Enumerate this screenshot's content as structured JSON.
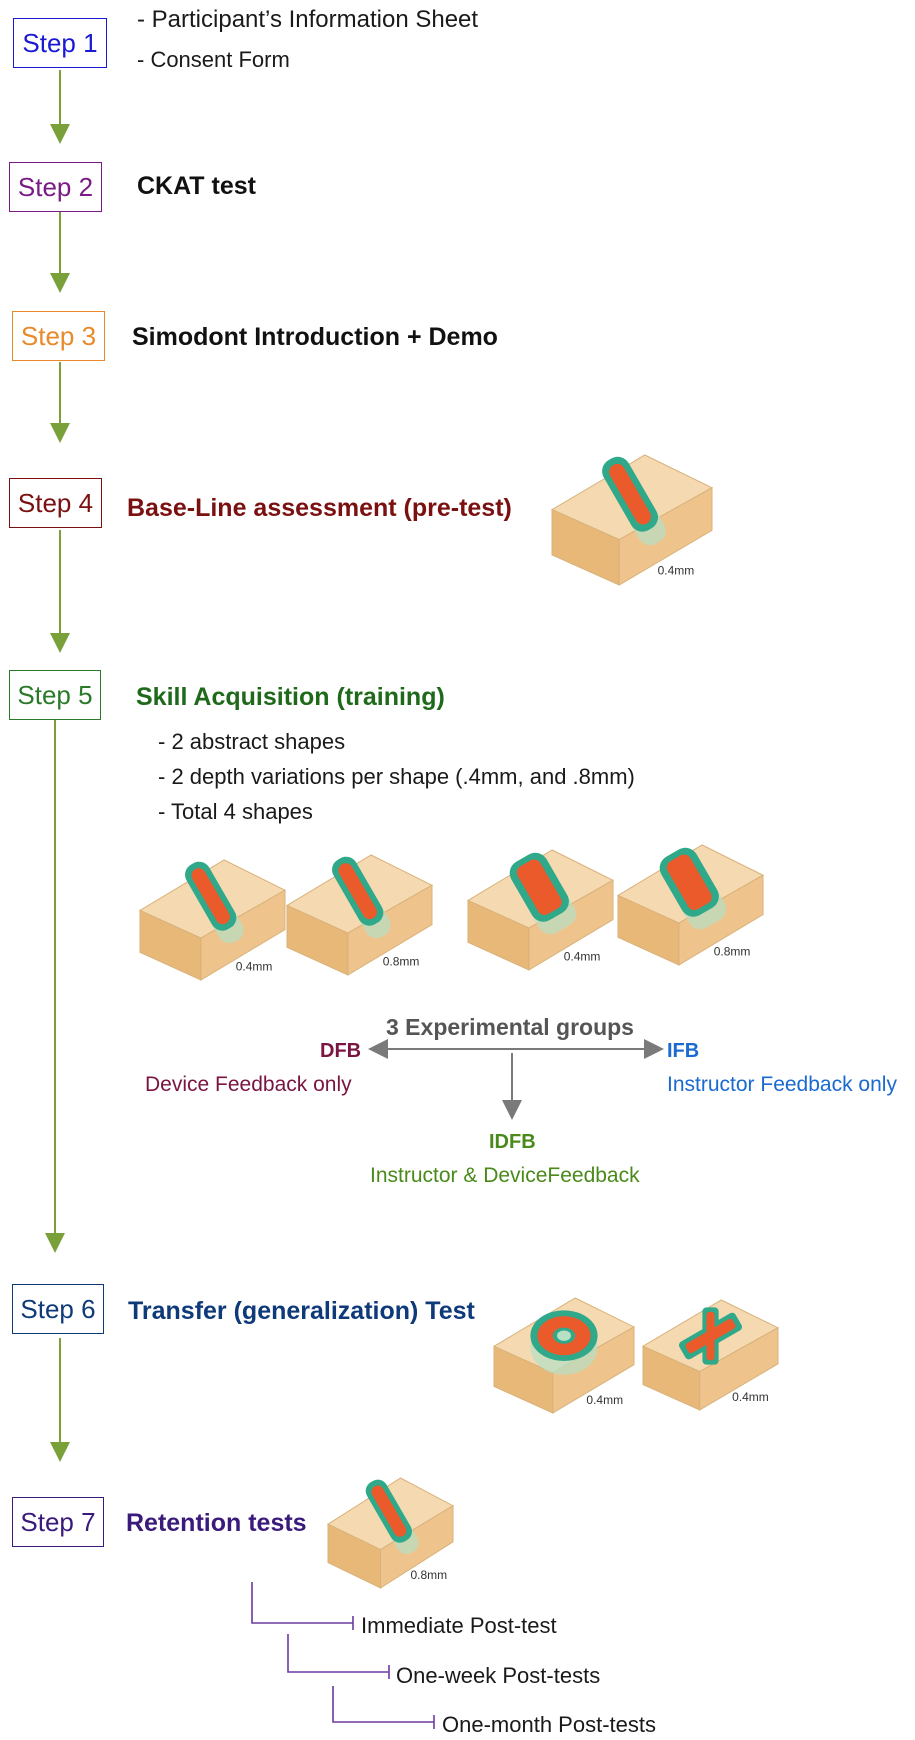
{
  "steps": [
    {
      "label": "Step 1",
      "color": "#1a1ad6"
    },
    {
      "label": "Step 2",
      "color": "#7a1a86"
    },
    {
      "label": "Step 3",
      "color": "#e88a2a"
    },
    {
      "label": "Step 4",
      "color": "#7a1010"
    },
    {
      "label": "Step 5",
      "color": "#2a7a2a"
    },
    {
      "label": "Step 6",
      "color": "#0e3a7a"
    },
    {
      "label": "Step 7",
      "color": "#3a1a7a"
    }
  ],
  "step1": {
    "items": [
      "- Participant’s Information Sheet",
      "- Consent Form"
    ]
  },
  "step2": {
    "title": "CKAT test"
  },
  "step3": {
    "title": "Simodont Introduction + Demo"
  },
  "step4": {
    "title": "Base-Line assessment (pre-test)",
    "block_label": "0.4mm"
  },
  "step5": {
    "title": "Skill Acquisition (training)",
    "items": [
      "- 2 abstract shapes",
      "- 2 depth variations per shape (.4mm, and .8mm)",
      "- Total 4 shapes"
    ],
    "block_labels": [
      "0.4mm",
      "0.8mm",
      "0.4mm",
      "0.8mm"
    ],
    "groups_title": "3 Experimental groups",
    "dfb": {
      "code": "DFB",
      "desc": "Device Feedback only"
    },
    "ifb": {
      "code": "IFB",
      "desc": "Instructor Feedback only"
    },
    "idfb": {
      "code": "IDFB",
      "desc": "Instructor & DeviceFeedback"
    }
  },
  "step6": {
    "title": "Transfer (generalization) Test",
    "block_labels": [
      "0.4mm",
      "0.4mm"
    ]
  },
  "step7": {
    "title": "Retention tests",
    "block_label": "0.8mm",
    "tests": [
      "Immediate Post-test",
      "One-week Post-tests",
      "One-month Post-tests"
    ]
  },
  "colors": {
    "arrow": "#7aa03a",
    "group_arrow": "#7a7a7a",
    "dfb": "#7a1440",
    "ifb": "#1a6ad0",
    "idfb": "#4a8a1a",
    "retention_lines": "#6a3aa0"
  }
}
